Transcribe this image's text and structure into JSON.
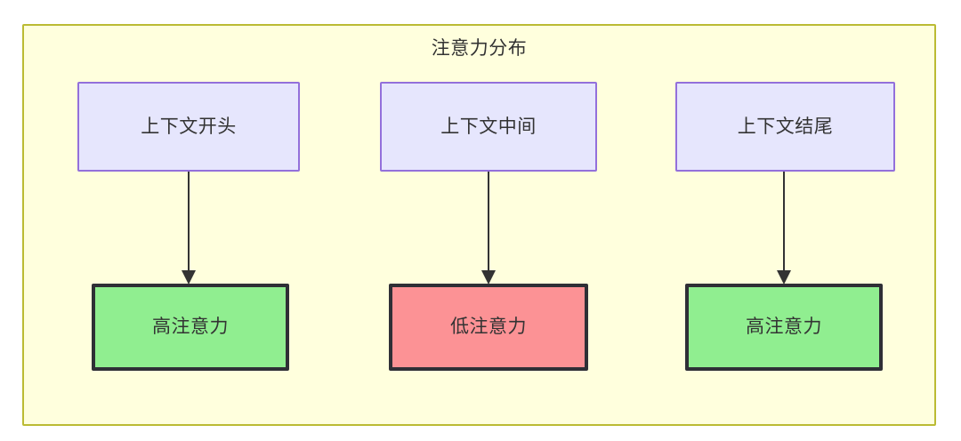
{
  "diagram": {
    "title": "注意力分布",
    "container": {
      "name": "attention-distribution-subgraph",
      "fill": "#ffffdd",
      "border": "#bbbb33"
    },
    "colors": {
      "context_fill": "#e6e6fd",
      "context_border": "#9370db",
      "high_attention_fill": "#90ee90",
      "low_attention_fill": "#fc9295",
      "emphasis_border": "#2f2f36",
      "text": "#333333",
      "edge": "#333333"
    },
    "columns": [
      {
        "id": "start",
        "source_label": "上下文开头",
        "target_label": "高注意力",
        "attention_level": "high"
      },
      {
        "id": "middle",
        "source_label": "上下文中间",
        "target_label": "低注意力",
        "attention_level": "low"
      },
      {
        "id": "end",
        "source_label": "上下文结尾",
        "target_label": "高注意力",
        "attention_level": "high"
      }
    ],
    "edges": [
      {
        "from": "上下文开头",
        "to": "高注意力",
        "label": ""
      },
      {
        "from": "上下文中间",
        "to": "低注意力",
        "label": ""
      },
      {
        "from": "上下文结尾",
        "to": "高注意力",
        "label": ""
      }
    ]
  }
}
